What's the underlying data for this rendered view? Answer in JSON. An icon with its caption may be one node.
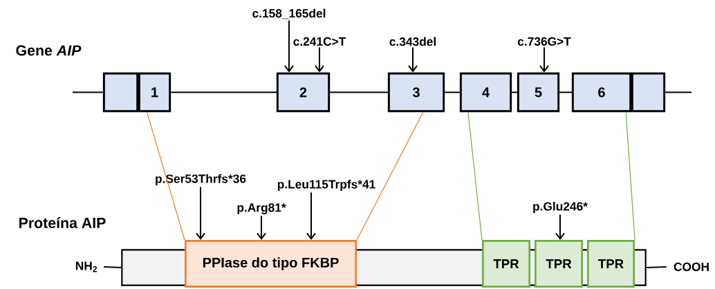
{
  "diagram": {
    "nodes": [
      {
        "text": [
          "c.158_165del"
        ]
      },
      {
        "text": [
          "c.241C>T"
        ]
      },
      {
        "text": [
          "c.343del"
        ]
      },
      {
        "text": [
          "c.736G>T"
        ]
      },
      {
        "text": [],
        "shape": "box"
      },
      {
        "text": [
          "1"
        ]
      },
      {
        "text": [
          "2"
        ]
      },
      {
        "text": [
          "3"
        ]
      },
      {
        "text": [
          "4"
        ]
      },
      {
        "text": [
          "5"
        ]
      },
      {
        "text": [
          "6"
        ]
      },
      {
        "text": [],
        "shape": "box"
      },
      {
        "text": [
          "p.Ser53Thrfs*36"
        ]
      },
      {
        "text": [
          "p.Leu115Trpfs*41"
        ]
      },
      {
        "text": [
          "p.Arg81*"
        ]
      },
      {
        "text": [
          "p.Glu246*"
        ]
      },
      {
        "text": [],
        "shape": "bar"
      },
      {
        "text": [
          "PPIase do tipo FKBP"
        ]
      },
      {
        "text": [
          "TPR"
        ]
      },
      {
        "text": [
          "TPR"
        ]
      },
      {
        "text": [
          "TPR"
        ]
      },
      {
        "text": [
          "NH$_{2}$"
        ]
      },
      {
        "text": [
          "COOH"
        ]
      }
    ],
    "edges": [
      {
        "from": 0,
        "to": 6,
        "arrow": "to"
      },
      {
        "from": 1,
        "to": 6,
        "arrow": "to"
      },
      {
        "from": 2,
        "to": 7,
        "arrow": "to"
      },
      {
        "from": 3,
        "to": 9,
        "arrow": "to"
      },
      {
        "from": null,
        "to": 4,
        "arrow": "none"
      },
      {
        "from": 5,
        "to": 6,
        "arrow": "none"
      },
      {
        "from": 6,
        "to": 7,
        "arrow": "none"
      },
      {
        "from": 7,
        "to": 8,
        "arrow": "none"
      },
      {
        "from": 8,
        "to": 9,
        "arrow": "none"
      },
      {
        "from": 9,
        "to": 10,
        "arrow": "none"
      },
      {
        "from": 11,
        "to": null,
        "arrow": "none"
      },
      {
        "from": 5,
        "to": 17,
        "arrow": "none",
        "color": "#ed7d31"
      },
      {
        "from": 7,
        "to": 17,
        "arrow": "none",
        "color": "#ed7d31"
      },
      {
        "from": 8,
        "to": 18,
        "arrow": "none",
        "color": "#70ad47"
      },
      {
        "from": 10,
        "to": 20,
        "arrow": "none",
        "color": "#70ad47"
      },
      {
        "from": 12,
        "to": 17,
        "arrow": "to"
      },
      {
        "from": 14,
        "to": 17,
        "arrow": "to"
      },
      {
        "from": 13,
        "to": 17,
        "arrow": "to"
      },
      {
        "from": 15,
        "to": 19,
        "arrow": "to"
      },
      {
        "from": 21,
        "to": 16,
        "arrow": "none"
      },
      {
        "from": 16,
        "to": 22,
        "arrow": "none"
      }
    ],
    "labels": [
      "Gene *AIP*",
      "Proteína AIP"
    ]
  }
}
